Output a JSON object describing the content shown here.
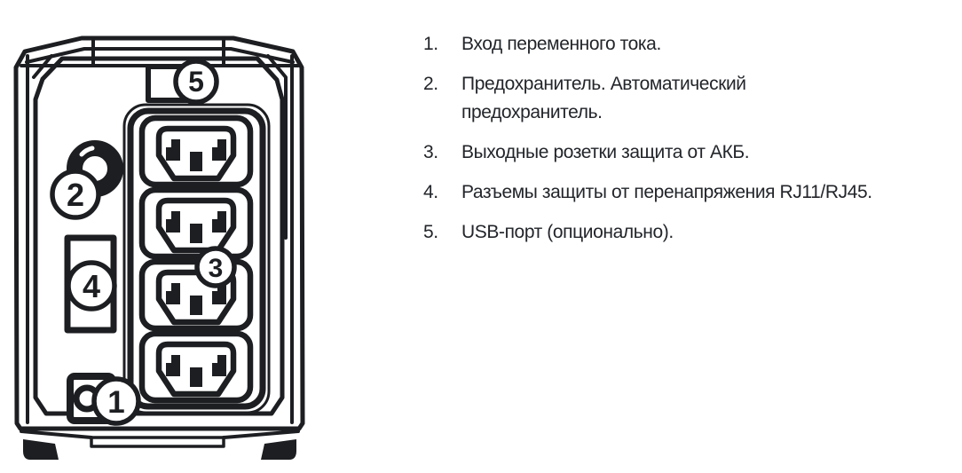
{
  "legend": {
    "items": [
      {
        "num": "1.",
        "text": "Вход переменного тока."
      },
      {
        "num": "2.",
        "text": "Предохранитель. Автоматический предохранитель."
      },
      {
        "num": "3.",
        "text": "Выходные розетки защита от АКБ."
      },
      {
        "num": "4.",
        "text": "Разъемы защиты от перенапряжения RJ11/RJ45."
      },
      {
        "num": "5.",
        "text": "USB-порт (опционально)."
      }
    ]
  },
  "diagram": {
    "ink_color": "#1c1e21",
    "callouts": {
      "ac_input": "1",
      "breaker": "2",
      "outlets": "3",
      "rj_ports": "4",
      "usb_port": "5"
    }
  }
}
